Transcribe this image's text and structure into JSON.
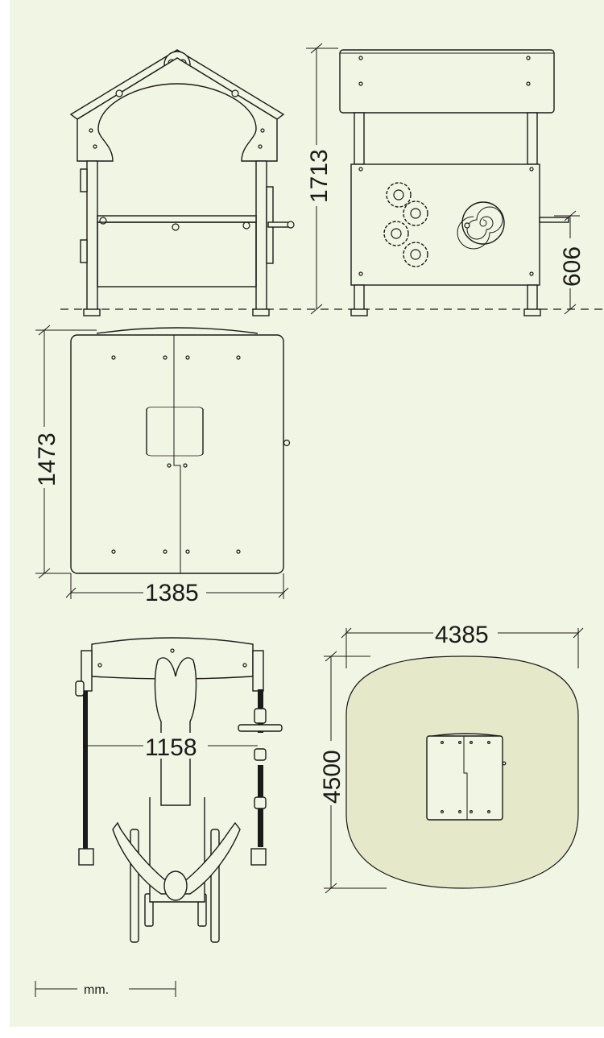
{
  "drawing": {
    "background_color": "#f1f5e3",
    "safety_area_color": "#e5e9ca",
    "line_color": "#1a1a1a"
  },
  "dimensions": {
    "height": "1713",
    "panel_height": "606",
    "depth": "1473",
    "width": "1385",
    "inner_width": "1158",
    "area_width": "4385",
    "area_depth": "4500"
  },
  "legend": {
    "unit": "mm."
  }
}
